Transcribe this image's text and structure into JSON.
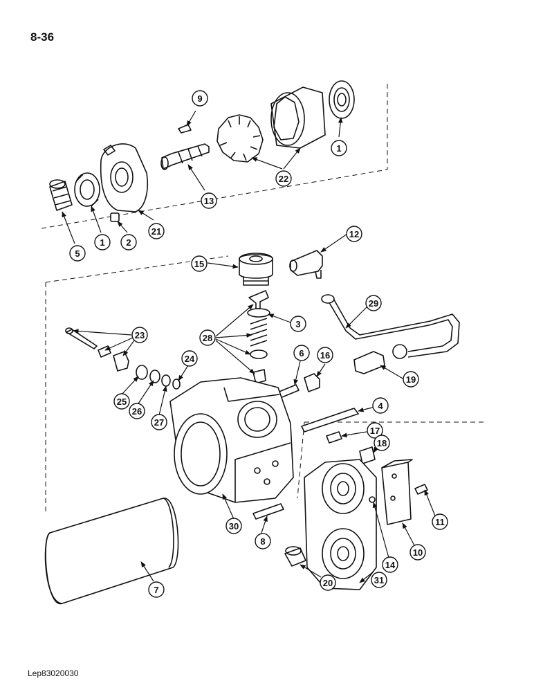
{
  "page_number": "8-36",
  "footer_ref": "Lep83020030",
  "callouts": [
    "9",
    "1",
    "22",
    "13",
    "21",
    "2",
    "1",
    "5",
    "12",
    "15",
    "3",
    "29",
    "28",
    "23",
    "24",
    "6",
    "16",
    "19",
    "25",
    "26",
    "27",
    "4",
    "17",
    "18",
    "11",
    "10",
    "14",
    "30",
    "8",
    "20",
    "31",
    "7"
  ]
}
